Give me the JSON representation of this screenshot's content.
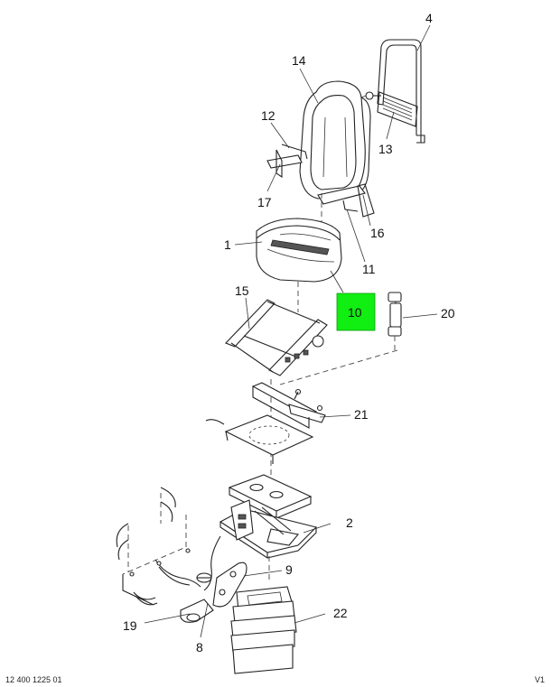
{
  "callouts": {
    "c1": "1",
    "c2": "2",
    "c4": "4",
    "c8": "8",
    "c9": "9",
    "c10": "10",
    "c11": "11",
    "c12": "12",
    "c13": "13",
    "c14": "14",
    "c15": "15",
    "c16": "16",
    "c17": "17",
    "c19": "19",
    "c20": "20",
    "c21": "21",
    "c22": "22"
  },
  "highlight": {
    "color": "#11ee11",
    "callout": "10"
  },
  "footer": {
    "left": "12 400 1225 01",
    "right": "V1"
  }
}
